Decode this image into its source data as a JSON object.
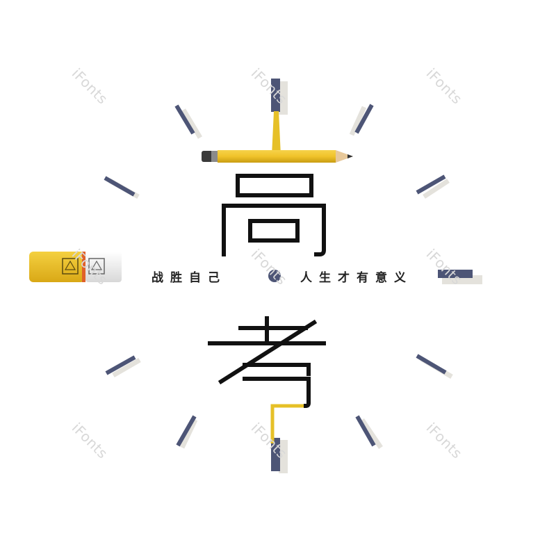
{
  "title": {
    "char_top": "高",
    "char_bottom": "考"
  },
  "slogan": {
    "left": "战胜自己",
    "right": "人生才有意义"
  },
  "watermark": "iFonts",
  "eraser": {
    "icon": "pencil-sharpener-logo-icon"
  },
  "colors": {
    "tick": "#4d5576",
    "tick_shadow": "#e4e2dc",
    "pencil_yellow": "#f0c32a",
    "hand_yellow": "#e6c028",
    "text": "#111111",
    "dot": "#4d5576"
  }
}
